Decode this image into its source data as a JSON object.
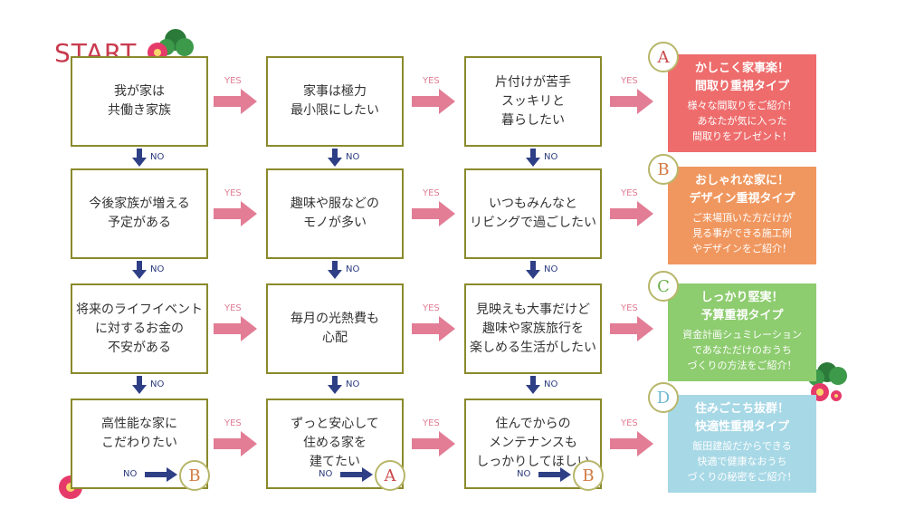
{
  "start": "START",
  "yes": "YES",
  "no": "NO",
  "questions": [
    [
      "我が家は\n共働き家族",
      "家事は極力\n最小限にしたい",
      "片付けが苦手\nスッキリと\n暮らしたい"
    ],
    [
      "今後家族が増える\n予定がある",
      "趣味や服などの\nモノが多い",
      "いつもみんなと\nリビングで過ごしたい"
    ],
    [
      "将来のライフイベント\nに対するお金の\n不安がある",
      "毎月の光熱費も\n心配",
      "見映えも大事だけど\n趣味や家族旅行を\n楽しめる生活がしたい"
    ],
    [
      "高性能な家に\nこだわりたい",
      "ずっと安心して\n住める家を\n建てたい",
      "住んでからの\nメンテナンスも\nしっかりしてほしい"
    ]
  ],
  "bottom_targets": [
    "B",
    "A",
    "B"
  ],
  "results": [
    {
      "letter": "A",
      "title": "かしこく家事楽！\n間取り重視タイプ",
      "desc": "様々な間取りをご紹介！\nあなたが気に入った\n間取りをプレゼント！",
      "color": "#ee6c6c",
      "letter_color": "#c94a4a"
    },
    {
      "letter": "B",
      "title": "おしゃれな家に！\nデザイン重視タイプ",
      "desc": "ご来場頂いた方だけが\n見る事ができる施工例\nやデザインをご紹介！",
      "color": "#f0975f",
      "letter_color": "#d27c44"
    },
    {
      "letter": "C",
      "title": "しっかり堅実！\n予算重視タイプ",
      "desc": "資金計画シュミレーション\nであなただけのおうち\nづくりの方法をご紹介！",
      "color": "#8dcc6f",
      "letter_color": "#6ab04c"
    },
    {
      "letter": "D",
      "title": "住みごこち抜群！\n快適性重視タイプ",
      "desc": "飯田建設だからできる\n快適で健康なおうち\nづくりの秘密をご紹介！",
      "color": "#a7d8e6",
      "letter_color": "#6fb8cf"
    }
  ],
  "colors": {
    "yes_arrow": "#e27d95",
    "no_arrow": "#2f3f86",
    "box_border": "#8a8a2c"
  }
}
